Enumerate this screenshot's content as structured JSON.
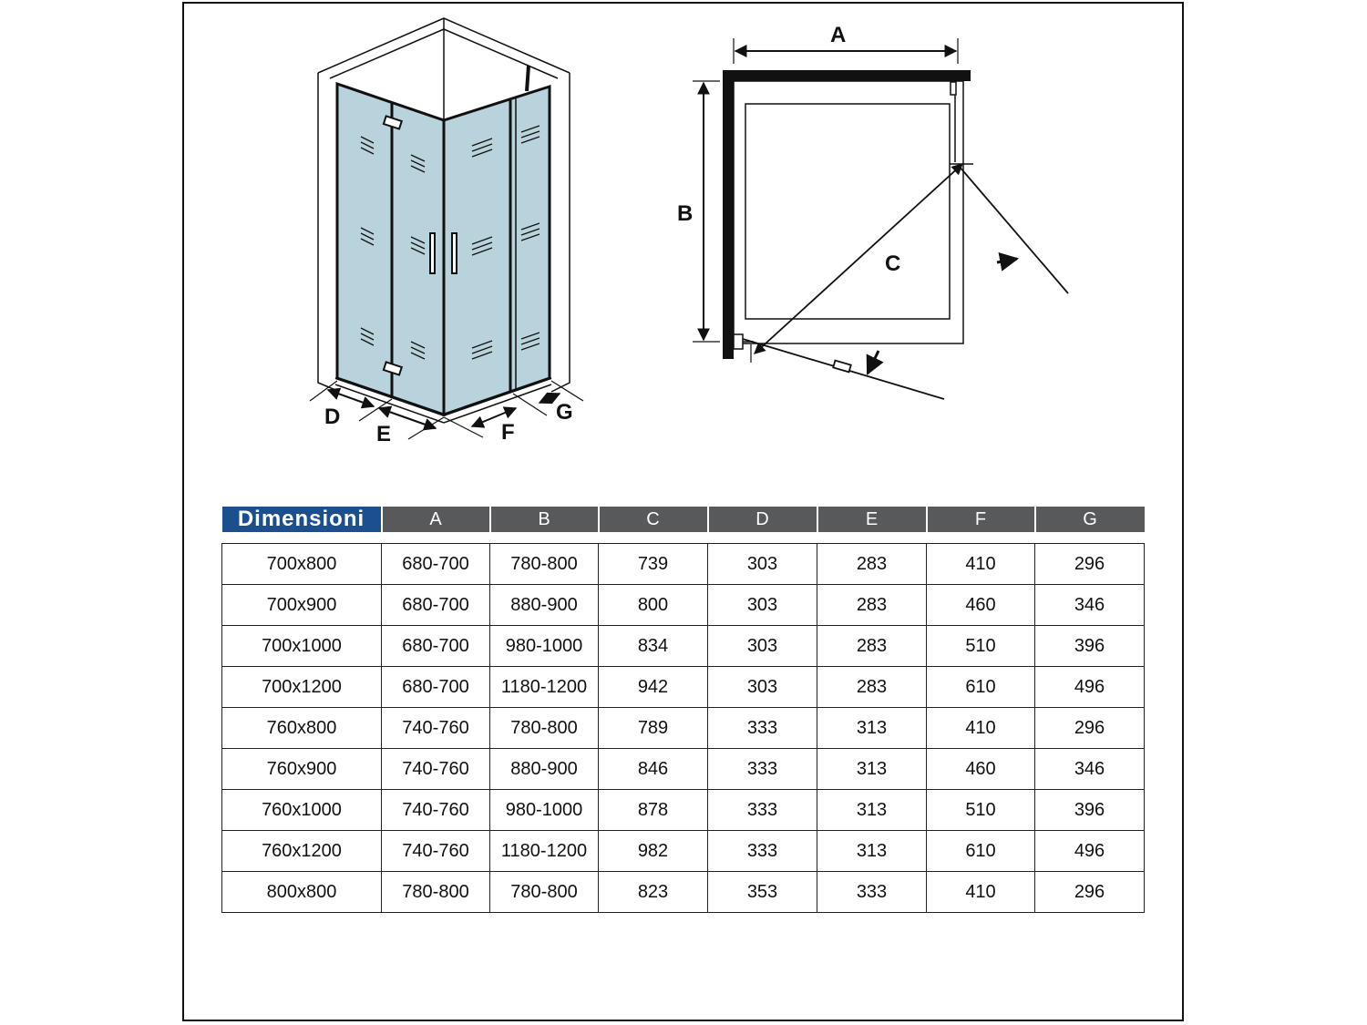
{
  "labels": {
    "a": "A",
    "b": "B",
    "c": "C",
    "d": "D",
    "e": "E",
    "f": "F",
    "g": "G"
  },
  "table": {
    "header_first": "Dimensioni",
    "headers": [
      "A",
      "B",
      "C",
      "D",
      "E",
      "F",
      "G"
    ],
    "rows": [
      [
        "700x800",
        "680-700",
        "780-800",
        "739",
        "303",
        "283",
        "410",
        "296"
      ],
      [
        "700x900",
        "680-700",
        "880-900",
        "800",
        "303",
        "283",
        "460",
        "346"
      ],
      [
        "700x1000",
        "680-700",
        "980-1000",
        "834",
        "303",
        "283",
        "510",
        "396"
      ],
      [
        "700x1200",
        "680-700",
        "1180-1200",
        "942",
        "303",
        "283",
        "610",
        "496"
      ],
      [
        "760x800",
        "740-760",
        "780-800",
        "789",
        "333",
        "313",
        "410",
        "296"
      ],
      [
        "760x900",
        "740-760",
        "880-900",
        "846",
        "333",
        "313",
        "460",
        "346"
      ],
      [
        "760x1000",
        "740-760",
        "980-1000",
        "878",
        "333",
        "313",
        "510",
        "396"
      ],
      [
        "760x1200",
        "740-760",
        "1180-1200",
        "982",
        "333",
        "313",
        "610",
        "496"
      ],
      [
        "800x800",
        "780-800",
        "780-800",
        "823",
        "353",
        "333",
        "410",
        "296"
      ]
    ]
  },
  "colors": {
    "header_blue": "#1b4f8e",
    "header_gray": "#58595b",
    "glass": "#b9d3dc"
  }
}
